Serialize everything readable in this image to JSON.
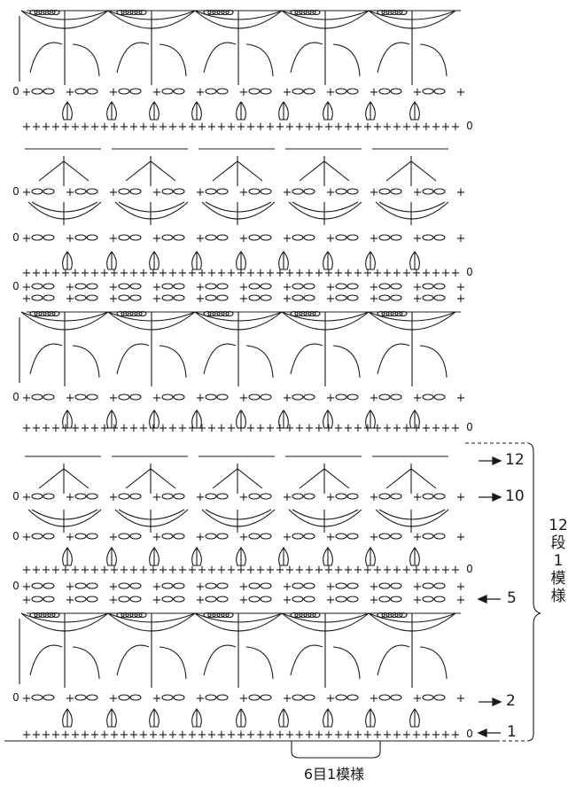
{
  "row_markers": [
    {
      "id": "12",
      "label": "12",
      "arrow": "→"
    },
    {
      "id": "10",
      "label": "10",
      "arrow": "→"
    },
    {
      "id": "5",
      "label": "5",
      "arrow": "←"
    },
    {
      "id": "2",
      "label": "2",
      "arrow": "→"
    },
    {
      "id": "1",
      "label": "1",
      "arrow": "←"
    }
  ],
  "repeat_rows_label": [
    "12",
    "段",
    "1",
    "模",
    "様"
  ],
  "repeat_stitches_label": "6目1模様",
  "symbols": {
    "single_crochet": "+",
    "chain": "○",
    "turning_chain": "0"
  }
}
